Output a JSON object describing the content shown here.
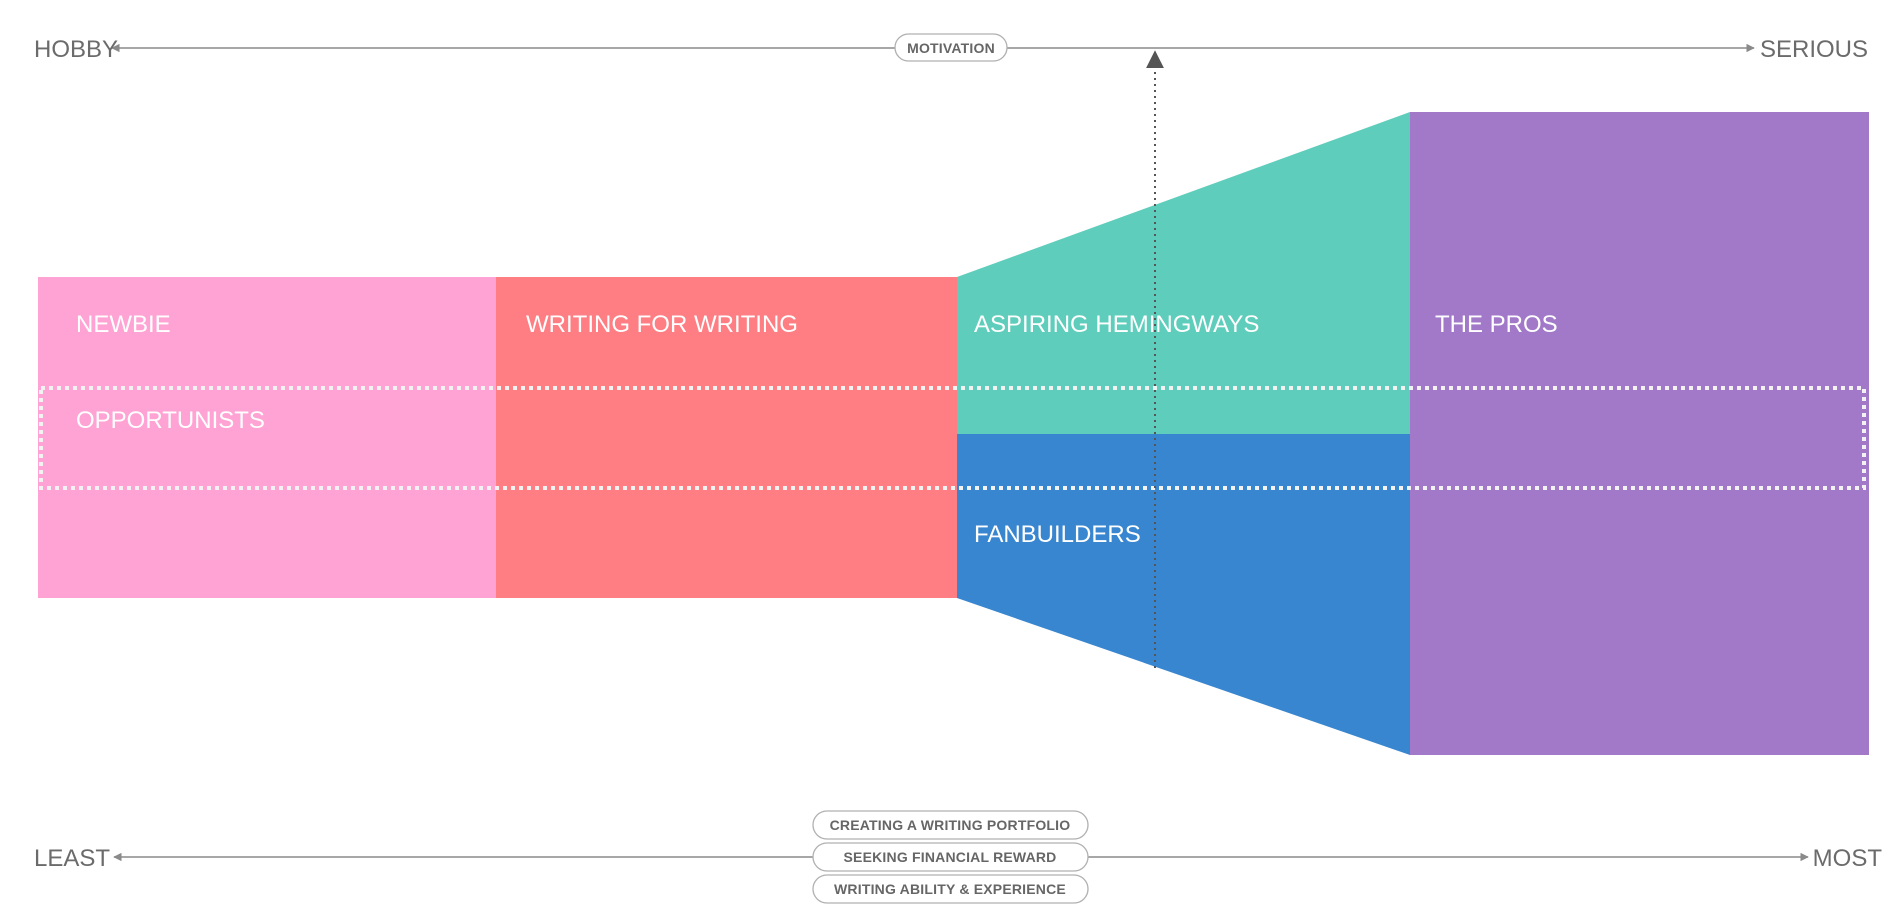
{
  "motivation_axis": {
    "left_label": "HOBBY",
    "right_label": "SERIOUS",
    "pill_label": "MOTIVATION"
  },
  "ability_axis": {
    "left_label": "LEAST",
    "right_label": "MOST",
    "pills": [
      "CREATING A WRITING PORTFOLIO",
      "SEEKING FINANCIAL REWARD",
      "WRITING ABILITY & EXPERIENCE"
    ]
  },
  "segments": {
    "newbie": {
      "label": "NEWBIE",
      "color": "#ffa3d4"
    },
    "writing_for_writing": {
      "label": "WRITING FOR WRITING",
      "color": "#ff7e83"
    },
    "aspiring_hemingways": {
      "label": "ASPIRING HEMINGWAYS",
      "color": "#5fcdbb"
    },
    "fanbuilders": {
      "label": "FANBUILDERS",
      "color": "#3886cf"
    },
    "the_pros": {
      "label": "THE PROS",
      "color": "#a279c9"
    }
  },
  "overlay_band": {
    "label": "OPPORTUNISTS",
    "style": "dotted-outline",
    "color": "#f2f2f2"
  },
  "colors": {
    "axis": "#8a8a8a",
    "axis_text": "#6b6b6b",
    "vertical_arrow": "#555555"
  }
}
